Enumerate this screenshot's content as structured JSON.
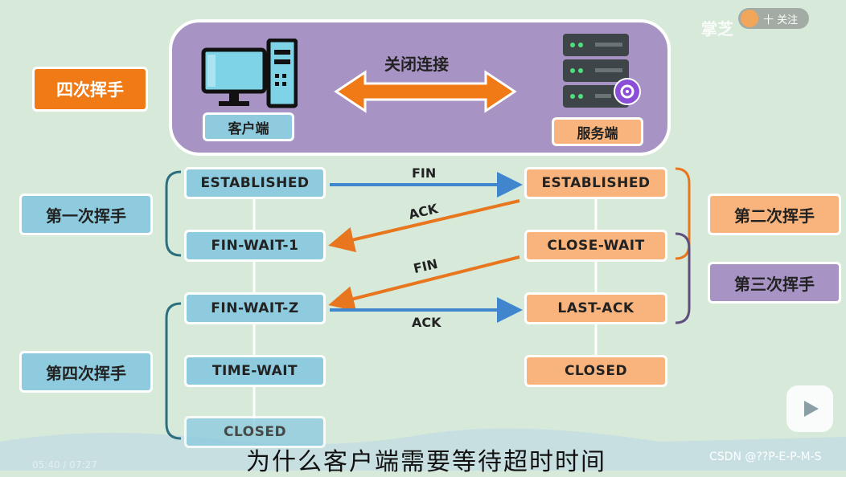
{
  "header": {
    "title": "四次挥手",
    "channel_mark": "掌芝",
    "follow_button": "十 关注"
  },
  "top_panel": {
    "client_label": "客户端",
    "server_label": "服务端",
    "arrow_label": "关闭连接"
  },
  "client_states": [
    "ESTABLISHED",
    "FIN-WAIT-1",
    "FIN-WAIT-Z",
    "TIME-WAIT",
    "CLOSED"
  ],
  "server_states": [
    "ESTABLISHED",
    "CLOSE-WAIT",
    "LAST-ACK",
    "CLOSED"
  ],
  "stages": {
    "first": "第一次挥手",
    "second": "第二次挥手",
    "third": "第三次挥手",
    "fourth": "第四次挥手"
  },
  "messages": {
    "fin1": "FIN",
    "ack1": "ACK",
    "fin2": "FIN",
    "ack2": "ACK"
  },
  "subtitle": "为什么客户端需要等待超时时间",
  "watermark": "CSDN @??P-E-P-M-S",
  "player": {
    "time": "05:40 / 07:27"
  },
  "colors": {
    "client_box": "#8ecbde",
    "server_box": "#f8b47c",
    "third_stage": "#a894c4",
    "title_box": "#ef7a16",
    "client_arrow": "#3f86cf",
    "server_arrow": "#e8761e",
    "background": "#d7ead9"
  },
  "icons": [
    "computer-icon",
    "server-icon",
    "gear-icon",
    "double-arrow-icon",
    "play-icon"
  ]
}
